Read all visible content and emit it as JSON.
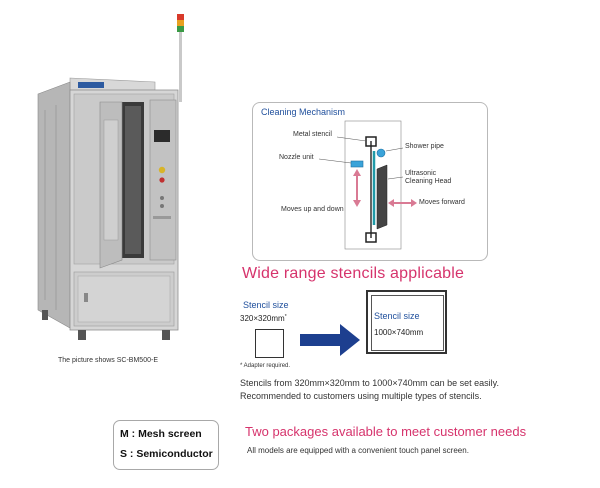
{
  "machine": {
    "caption": "The picture shows SC-BM500-E"
  },
  "mechanism": {
    "title": "Cleaning Mechanism",
    "labels": {
      "metal_stencil": "Metal stencil",
      "nozzle_unit": "Nozzle unit",
      "moves_up_down": "Moves up and down",
      "shower_pipe": "Shower pipe",
      "ultrasonic_1": "Ultrasonic",
      "ultrasonic_2": "Cleaning Head",
      "moves_forward": "Moves forward"
    }
  },
  "headline": "Wide range stencils applicable",
  "stencil_small": {
    "title": "Stencil size",
    "dims": "320×320mm",
    "mark": "*"
  },
  "stencil_large": {
    "title": "Stencil size",
    "dims": "1000×740mm"
  },
  "note": "* Adapter required.",
  "description": {
    "line1": "Stencils from 320mm×320mm to 1000×740mm can be set easily.",
    "line2": "Recommended to customers using multiple types of stencils."
  },
  "legend": {
    "line1": "M : Mesh screen",
    "line2": "S : Semiconductor"
  },
  "packages": {
    "title": "Two packages available to meet customer needs",
    "description": "All models are equipped with a convenient touch panel screen."
  },
  "colors": {
    "accent_pink": "#d6336c",
    "accent_blue": "#1f4f9c",
    "arrow_blue": "#1d3f8f"
  }
}
